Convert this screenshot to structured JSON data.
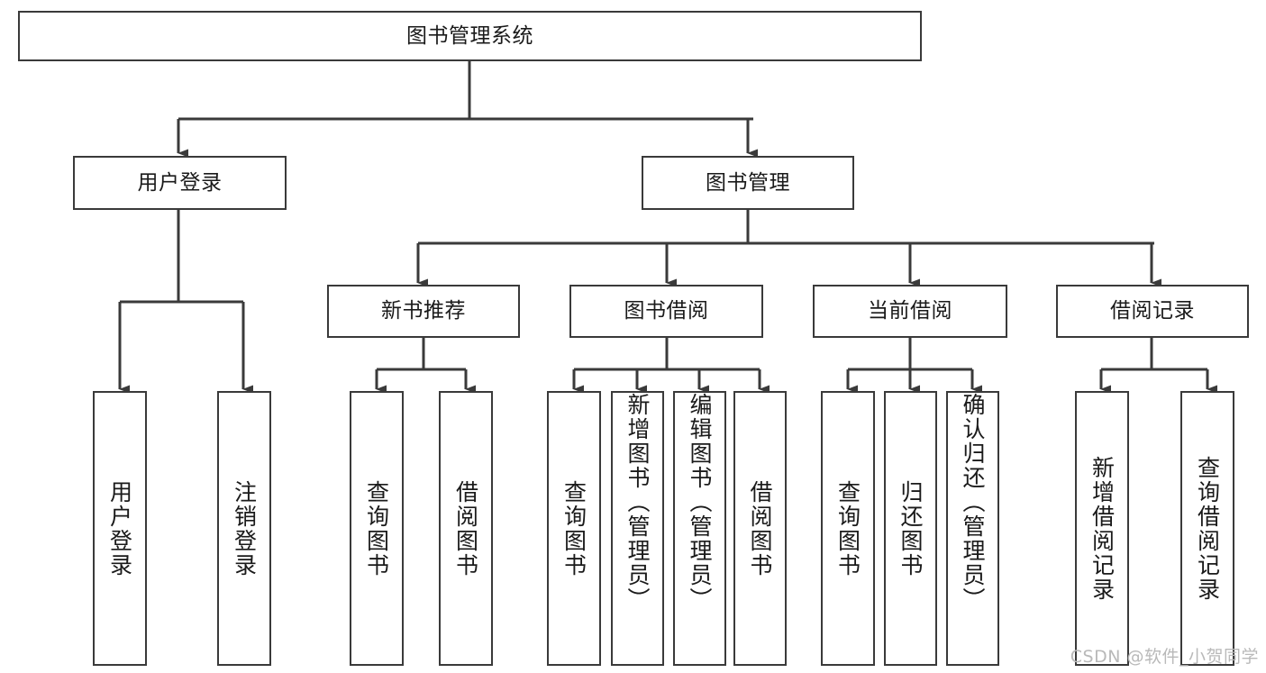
{
  "diagram": {
    "title": "图书管理系统",
    "type": "tree-hierarchy-chart",
    "root": {
      "label": "图书管理系统"
    },
    "level2": [
      {
        "label": "用户登录"
      },
      {
        "label": "图书管理"
      }
    ],
    "level3": [
      {
        "label": "新书推荐"
      },
      {
        "label": "图书借阅"
      },
      {
        "label": "当前借阅"
      },
      {
        "label": "借阅记录"
      }
    ],
    "leaves": {
      "user_login": [
        {
          "label": "用户登录"
        },
        {
          "label": "注销登录"
        }
      ],
      "new_book_recommend": [
        {
          "label": "查询图书"
        },
        {
          "label": "借阅图书"
        }
      ],
      "book_borrow": [
        {
          "label": "查询图书"
        },
        {
          "label": "新增图书（管理员）"
        },
        {
          "label": "编辑图书（管理员）"
        },
        {
          "label": "借阅图书"
        }
      ],
      "current_borrow": [
        {
          "label": "查询图书"
        },
        {
          "label": "归还图书"
        },
        {
          "label": "确认归还（管理员）"
        }
      ],
      "borrow_record": [
        {
          "label": "新增借阅记录"
        },
        {
          "label": "查询借阅记录"
        }
      ]
    }
  },
  "watermark": {
    "text": "CSDN @软件_小贺同学"
  },
  "colors": {
    "border": "#3a3a3a",
    "background": "#ffffff",
    "text": "#1a1a1a",
    "watermark": "#b9b9b9"
  }
}
